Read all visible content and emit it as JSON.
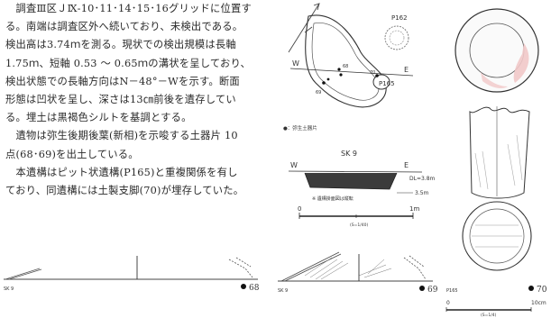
{
  "paragraphs": [
    {
      "lines": [
        "　調査Ⅲ区ＪⅨ-10･11･14･15･16グリッドに位置す",
        "る。南端は調査区外へ続いており、未検出である。",
        "検出高は3.74ｍを測る。現状での検出規模は長軸",
        "1.75ｍ、短軸 0.53 ～ 0.65ｍの溝状を呈しており、",
        "検出状態での長軸方向はN－48°－Wを示す。断面",
        "形態は凹状を呈し、深さは13㎝前後を遺存してい",
        "る。埋土は黒褐色シルトを基調とする。"
      ]
    },
    {
      "lines": [
        "　遺物は弥生後期後葉(新相)を示唆する土器片 10",
        "点(68･69)を出土している。"
      ]
    },
    {
      "lines": [
        "　本遺構はピット状遺構(P165)と重複関係を有し",
        "ており、同遺構には土製支脚(70)が埋存していた。"
      ]
    }
  ],
  "plan": {
    "label_w": "W",
    "label_e": "E",
    "label_p162": "P162",
    "label_p165": "P165",
    "pt_69": "69",
    "pt_68": "68",
    "pt_70": "70",
    "legend": "●：弥生土器片",
    "title": "SK 9"
  },
  "section": {
    "label_w": "W",
    "label_e": "E",
    "dl": "DL=3.8m",
    "elev": "3.5m",
    "note": "※ 遺構掛面図は縦転",
    "scale_0": "0",
    "scale_1m": "1m",
    "scale_ratio": "(S=1/40)"
  },
  "artifacts": [
    {
      "label": "SK 9",
      "no": "68"
    },
    {
      "label": "SK 9",
      "no": "69"
    },
    {
      "label": "P165",
      "no": "70"
    }
  ],
  "scale2": {
    "zero": "0",
    "end": "10cm",
    "ratio": "(S=1/4)"
  }
}
